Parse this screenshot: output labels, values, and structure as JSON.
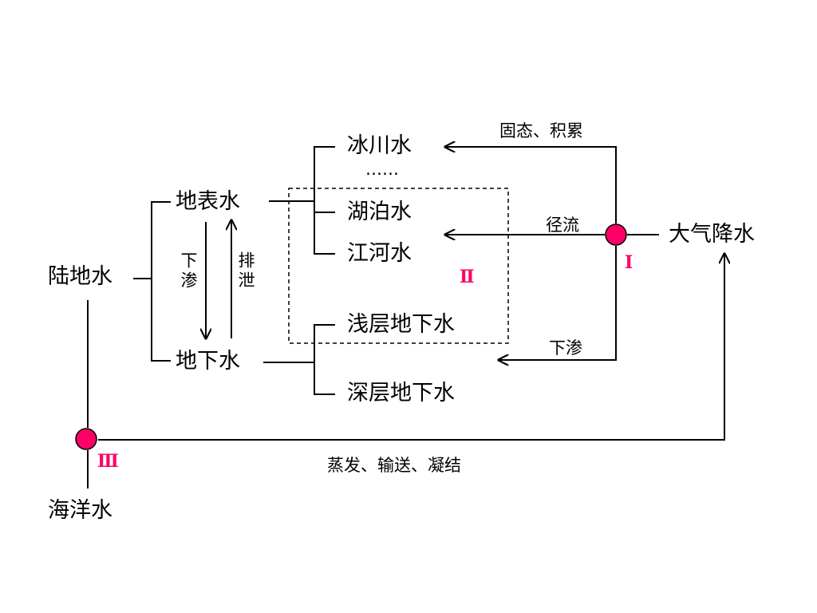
{
  "colors": {
    "line": "#000000",
    "node_fill": "#ff0066",
    "node_stroke": "#000000",
    "roman": "#ff0066"
  },
  "labels": {
    "land_water": "陆地水",
    "surface_water": "地表水",
    "groundwater": "地下水",
    "ocean_water": "海洋水",
    "glacier_water": "冰川水",
    "ellipsis": "……",
    "lake_water": "湖泊水",
    "river_water": "江河水",
    "shallow_groundwater": "浅层地下水",
    "deep_groundwater": "深层地下水",
    "precipitation": "大气降水",
    "infiltration_down": "下渗",
    "drainage": "排泄",
    "solid_accumulation": "固态、积累",
    "runoff": "径流",
    "infiltration": "下渗",
    "evap_transport_condense": "蒸发、输送、凝结",
    "roman_1": "Ⅰ",
    "roman_2": "Ⅱ",
    "roman_3": "Ⅲ"
  }
}
